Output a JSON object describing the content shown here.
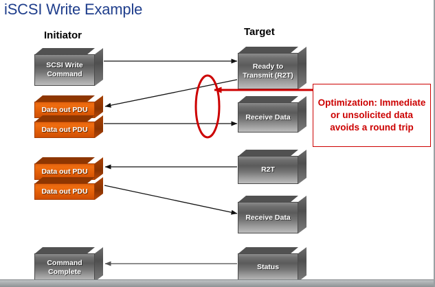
{
  "slide": {
    "title": "iSCSI Write Example",
    "title_color": "#1F3E8C",
    "background": "#FFFFFF"
  },
  "columns": {
    "initiator_label": "Initiator",
    "target_label": "Target"
  },
  "initiator_boxes": [
    {
      "label": "SCSI Write Command",
      "style": "grey"
    },
    {
      "label": "Data out PDU",
      "style": "orange"
    },
    {
      "label": "Data out PDU",
      "style": "orange"
    },
    {
      "label": "Data out PDU",
      "style": "orange"
    },
    {
      "label": "Data out PDU",
      "style": "orange"
    },
    {
      "label": "Command Complete",
      "style": "grey"
    }
  ],
  "target_boxes": [
    {
      "label": "Ready to Transmit (R2T)",
      "style": "grey"
    },
    {
      "label": "Receive Data",
      "style": "grey"
    },
    {
      "label": "R2T",
      "style": "grey"
    },
    {
      "label": "Receive Data",
      "style": "grey"
    },
    {
      "label": "Status",
      "style": "grey"
    }
  ],
  "callout": {
    "text": "Optimization: Immediate or unsolicited data avoids a round trip",
    "border_color": "#CC0000",
    "text_color": "#CC0000"
  },
  "annotation": {
    "highlight_shape": "red-ellipse",
    "highlight_color": "#CC0000",
    "pointer": "red-arrow-left"
  },
  "flows": [
    {
      "from": "SCSI Write Command",
      "to": "Ready to Transmit (R2T)",
      "direction": "right"
    },
    {
      "from": "Ready to Transmit (R2T)",
      "to": "Data out PDU",
      "direction": "left-diagonal"
    },
    {
      "from": "Data out PDU",
      "to": "Receive Data",
      "direction": "right"
    },
    {
      "from": "R2T",
      "to": "Data out PDU",
      "direction": "left"
    },
    {
      "from": "Data out PDU",
      "to": "Receive Data",
      "direction": "right-diagonal"
    },
    {
      "from": "Status",
      "to": "Command Complete",
      "direction": "left"
    }
  ]
}
